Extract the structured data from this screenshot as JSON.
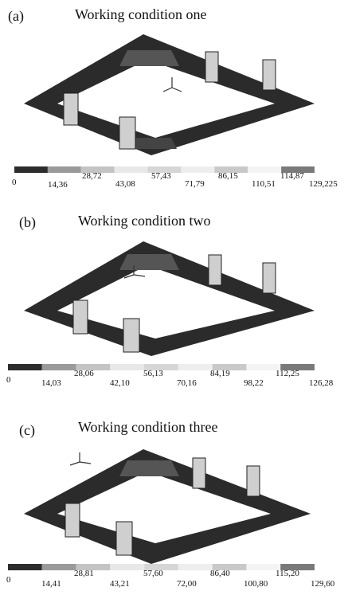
{
  "panels": [
    {
      "letter": "(a)",
      "title": "Working condition one",
      "ticks": [
        "0",
        "14,36",
        "28,72",
        "43,08",
        "57,43",
        "71,79",
        "86,15",
        "110,51",
        "114,87",
        "129,225"
      ]
    },
    {
      "letter": "(b)",
      "title": "Working condition two",
      "ticks": [
        "0",
        "14,03",
        "28,06",
        "42,10",
        "56,13",
        "70,16",
        "84,19",
        "98,22",
        "112,25",
        "126,28"
      ]
    },
    {
      "letter": "(c)",
      "title": "Working condition three",
      "ticks": [
        "0",
        "14,41",
        "28,81",
        "43,21",
        "57,60",
        "72,00",
        "86,40",
        "100,80",
        "115,20",
        "129,60"
      ]
    }
  ],
  "colors": {
    "frame_dark": "#2b2b2b",
    "frame_mid": "#3a3a3a",
    "support_light": "#cfcfcf",
    "legend": [
      "#2d2d2d",
      "#9a9a9a",
      "#c4c4c4",
      "#e8e8e8",
      "#d6d6d6",
      "#eeeeee",
      "#c9c9c9",
      "#f4f4f4",
      "#7a7a7a"
    ]
  }
}
